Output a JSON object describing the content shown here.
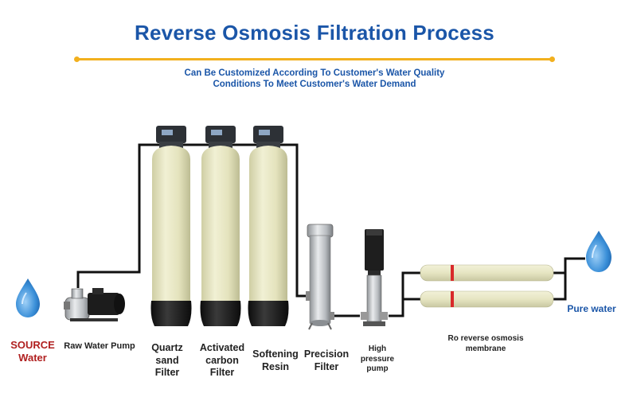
{
  "title": "Reverse Osmosis Filtration Process",
  "subtitle_line1": "Can Be Customized According To Customer's Water Quality",
  "subtitle_line2": "Conditions To Meet Customer's Water Demand",
  "labels": {
    "source_l1": "SOURCE",
    "source_l2": "Water",
    "raw_pump": "Raw Water Pump",
    "quartz_l1": "Quartz",
    "quartz_l2": "sand",
    "quartz_l3": "Filter",
    "carbon_l1": "Activated",
    "carbon_l2": "carbon",
    "carbon_l3": "Filter",
    "soft_l1": "Softening",
    "soft_l2": "Resin",
    "precision_l1": "Precision",
    "precision_l2": "Filter",
    "hp_l1": "High",
    "hp_l2": "pressure",
    "hp_l3": "pump",
    "ro_l1": "Ro reverse osmosis",
    "ro_l2": "membrane",
    "pure": "Pure water"
  },
  "colors": {
    "title": "#1b56a8",
    "accent": "#f2b01e",
    "pipe": "#111111",
    "tank_body": "#e6e5c0",
    "tank_base": "#1a1a1a",
    "water_drop": "#3a8fd8",
    "membrane_band": "#d8292a"
  }
}
